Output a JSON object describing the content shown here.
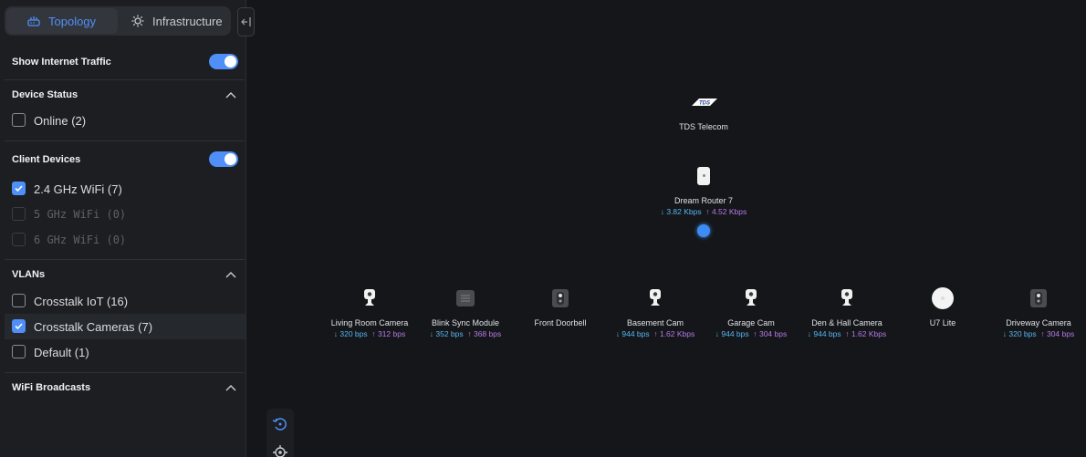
{
  "tabs": {
    "topology": "Topology",
    "infrastructure": "Infrastructure"
  },
  "filters": {
    "show_internet_traffic": "Show Internet Traffic",
    "device_status": {
      "title": "Device Status",
      "items": [
        {
          "label": "Online (2)",
          "checked": false
        }
      ]
    },
    "client_devices": {
      "title": "Client Devices",
      "items": [
        {
          "label": "2.4 GHz WiFi (7)",
          "checked": true,
          "enabled": true
        },
        {
          "label": "5 GHz WiFi (0)",
          "checked": false,
          "enabled": false
        },
        {
          "label": "6 GHz WiFi (0)",
          "checked": false,
          "enabled": false
        }
      ]
    },
    "vlans": {
      "title": "VLANs",
      "items": [
        {
          "label": "Crosstalk IoT (16)",
          "checked": false
        },
        {
          "label": "Crosstalk Cameras (7)",
          "checked": true
        },
        {
          "label": "Default (1)",
          "checked": false
        }
      ]
    },
    "wifi_broadcasts": {
      "title": "WiFi Broadcasts"
    }
  },
  "topology": {
    "isp": {
      "logo_text": "TDS",
      "name": "TDS Telecom"
    },
    "router": {
      "name": "Dream Router 7",
      "down": "↓ 3.82 Kbps",
      "up": "↑ 4.52 Kbps"
    },
    "clients": [
      {
        "name": "Living Room Camera",
        "down": "↓ 320 bps",
        "up": "↑ 312 bps",
        "icon": "camera-icon"
      },
      {
        "name": "Blink Sync Module",
        "down": "↓ 352 bps",
        "up": "↑ 368 bps",
        "icon": "sync-module-icon"
      },
      {
        "name": "Front Doorbell",
        "down": "",
        "up": "",
        "icon": "doorbell-icon"
      },
      {
        "name": "Basement Cam",
        "down": "↓ 944 bps",
        "up": "↑ 1.62 Kbps",
        "icon": "camera-icon"
      },
      {
        "name": "Garage Cam",
        "down": "↓ 944 bps",
        "up": "↑ 304 bps",
        "icon": "camera-icon"
      },
      {
        "name": "Den & Hall Camera",
        "down": "↓ 944 bps",
        "up": "↑ 1.62 Kbps",
        "icon": "camera-icon"
      },
      {
        "name": "U7 Lite",
        "down": "",
        "up": "",
        "icon": "access-point-icon"
      },
      {
        "name": "Driveway Camera",
        "down": "↓ 320 bps",
        "up": "↑ 304 bps",
        "icon": "doorbell-icon"
      }
    ]
  },
  "colors": {
    "accent": "#4f8ff7",
    "download": "#58b4f0",
    "upload": "#b779e8",
    "link": "#2f7bef"
  }
}
